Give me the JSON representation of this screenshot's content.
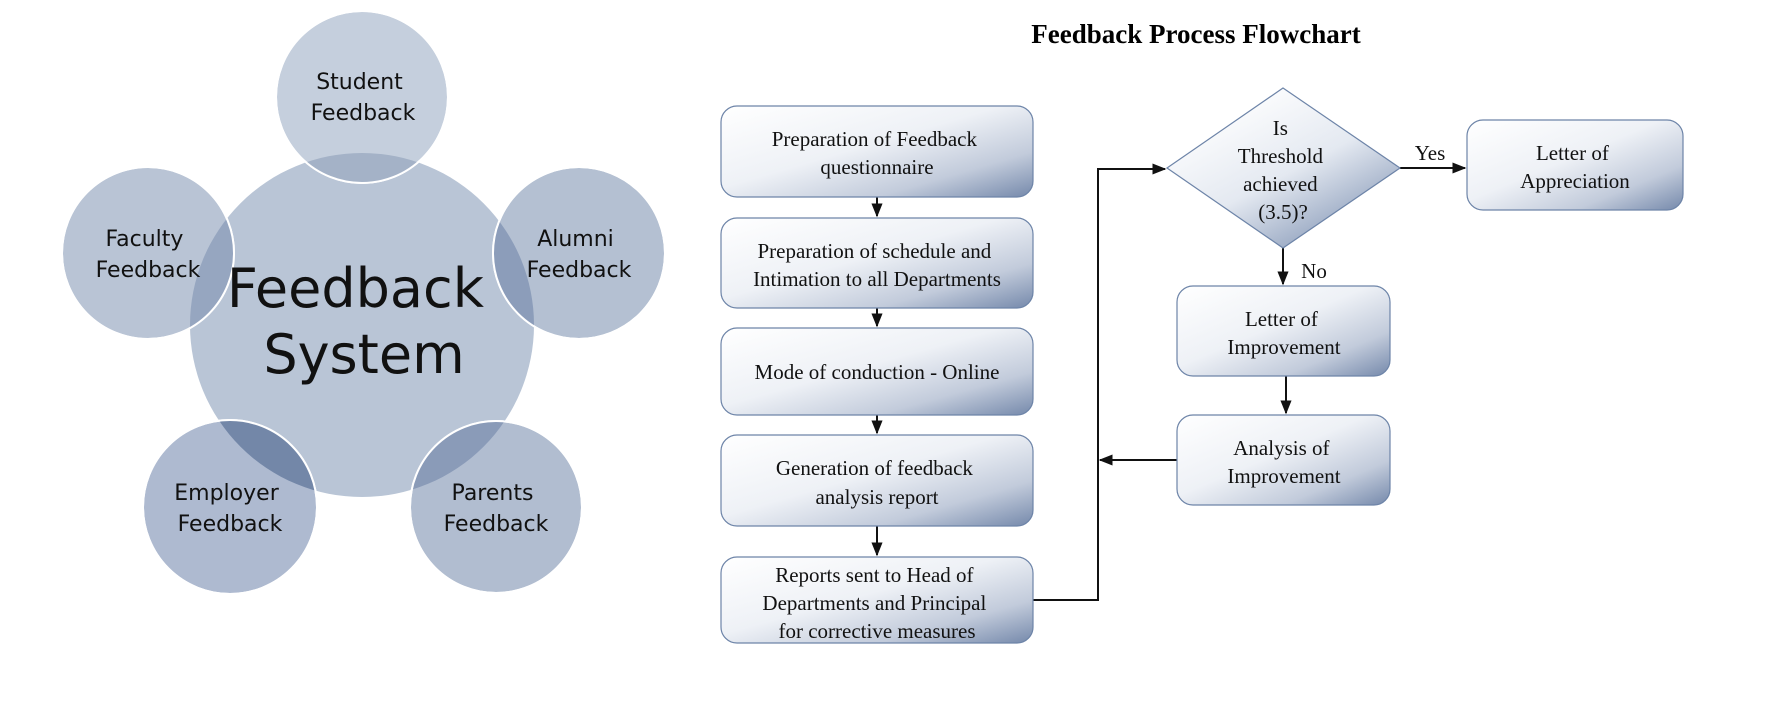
{
  "cycle_diagram": {
    "center": {
      "label_lines": [
        "Feedback",
        "System"
      ]
    },
    "satellites": [
      {
        "id": "student",
        "label_lines": [
          "Student",
          "Feedback"
        ]
      },
      {
        "id": "alumni",
        "label_lines": [
          "Alumni",
          "Feedback"
        ]
      },
      {
        "id": "parents",
        "label_lines": [
          "Parents",
          "Feedback"
        ]
      },
      {
        "id": "employer",
        "label_lines": [
          "Employer",
          "Feedback"
        ]
      },
      {
        "id": "faculty",
        "label_lines": [
          "Faculty",
          "Feedback"
        ]
      }
    ],
    "colors": {
      "center_fill": "#b9c5d6",
      "satellite_fill": "#b4c0d2",
      "stroke": "#ffffff"
    }
  },
  "flowchart": {
    "title": "Feedback Process Flowchart",
    "steps": [
      {
        "id": "step1",
        "label_lines": [
          "Preparation of Feedback",
          "questionnaire"
        ]
      },
      {
        "id": "step2",
        "label_lines": [
          "Preparation of schedule and",
          "Intimation to all Departments"
        ]
      },
      {
        "id": "step3",
        "label_lines": [
          "Mode of conduction - Online"
        ]
      },
      {
        "id": "step4",
        "label_lines": [
          "Generation of feedback",
          "analysis report"
        ]
      },
      {
        "id": "step5",
        "label_lines": [
          "Reports sent to Head of",
          "Departments and Principal",
          "for corrective measures"
        ]
      }
    ],
    "decision": {
      "id": "threshold",
      "label_lines": [
        "Is",
        "Threshold",
        "achieved",
        "(3.5)?"
      ]
    },
    "yes_branch": {
      "edge_label": "Yes",
      "label_lines": [
        "Letter of",
        "Appreciation"
      ]
    },
    "no_branch": {
      "edge_label": "No",
      "steps": [
        {
          "id": "letter-improvement",
          "label_lines": [
            "Letter of",
            "Improvement"
          ]
        },
        {
          "id": "analysis-improvement",
          "label_lines": [
            "Analysis of",
            "Improvement"
          ]
        }
      ]
    },
    "colors": {
      "box_border": "#6d84a8",
      "gradient_start": "#ffffff",
      "gradient_end": "#7589ab",
      "connector": "#111111"
    }
  }
}
